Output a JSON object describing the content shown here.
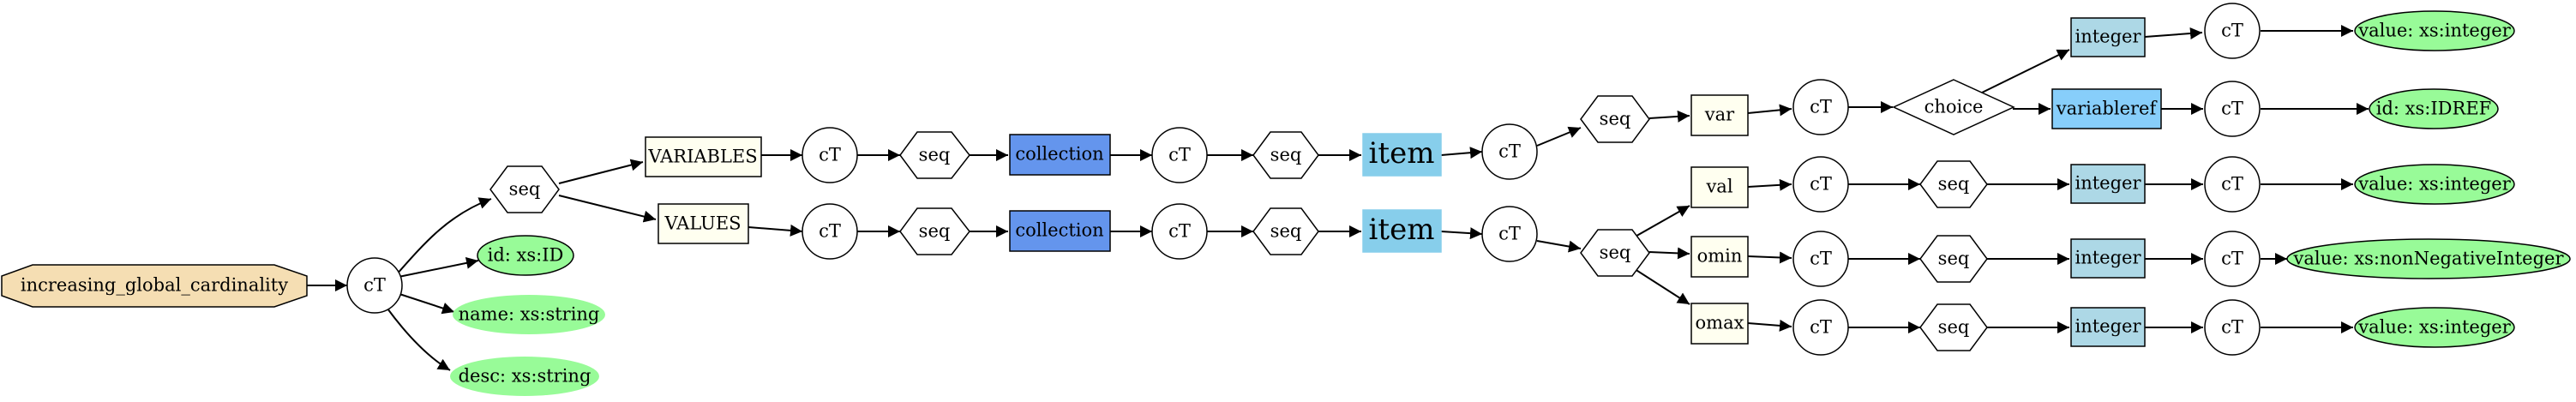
{
  "nodes": {
    "root": "increasing_global_cardinality",
    "ct_root": "cT",
    "attr_id": "id: xs:ID",
    "attr_name": "name: xs:string",
    "attr_desc": "desc: xs:string",
    "seq_root": "seq",
    "variables": "VARIABLES",
    "values": "VALUES",
    "ct_var": "cT",
    "seq_var": "seq",
    "coll_var": "collection",
    "ct_coll_var": "cT",
    "seq_coll_var": "seq",
    "item_var": "item",
    "ct_item_var": "cT",
    "seq_item_var": "seq",
    "var": "var",
    "ct_v": "cT",
    "choice": "choice",
    "integer_choice": "integer",
    "variableref": "variableref",
    "ct_int_choice": "cT",
    "ct_varref": "cT",
    "value_int_choice": "value: xs:integer",
    "id_idref": "id: xs:IDREF",
    "ct_val": "cT",
    "seq_val": "seq",
    "coll_val": "collection",
    "ct_coll_val": "cT",
    "seq_coll_val": "seq",
    "item_val": "item",
    "ct_item_val": "cT",
    "seq_item_val": "seq",
    "val": "val",
    "omin": "omin",
    "omax": "omax",
    "ct_val2": "cT",
    "ct_omin": "cT",
    "ct_omax": "cT",
    "seq_val2": "seq",
    "seq_omin": "seq",
    "seq_omax": "seq",
    "integer_val": "integer",
    "integer_omin": "integer",
    "integer_omax": "integer",
    "ct_int_val": "cT",
    "ct_int_omin": "cT",
    "ct_int_omax": "cT",
    "value_val": "value: xs:integer",
    "value_omin": "value: xs:nonNegativeInteger",
    "value_omax": "value: xs:integer"
  },
  "colors": {
    "root_fill": "#f5deb3",
    "attr_fill": "#98fb98",
    "element_fill": "#fffff0",
    "collection_fill": "#6495ed",
    "item_fill": "#87ceeb",
    "type_fill": "#add8e6",
    "variableref_fill": "#87cefa",
    "line": "#000000"
  }
}
